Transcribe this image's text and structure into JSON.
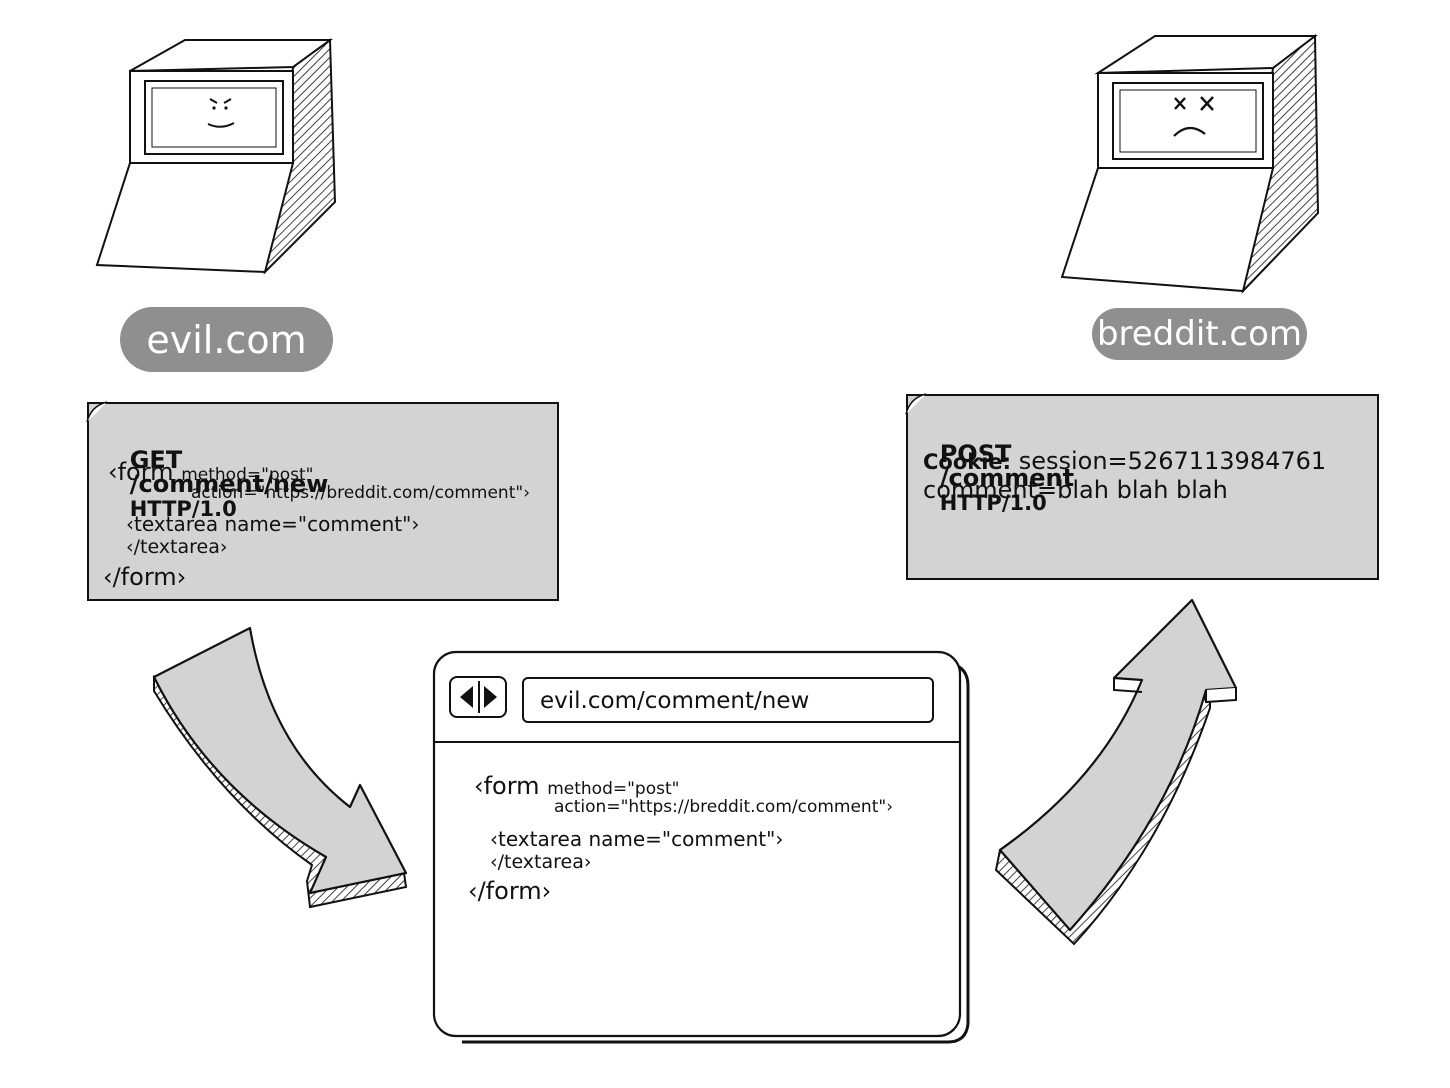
{
  "evil_site": {
    "label": "evil.com",
    "request_line": {
      "method": "GET",
      "path": "/comment/new",
      "version": "HTTP/1.0"
    },
    "form_open": "‹form",
    "form_method": "method=\"post\"",
    "form_action": "action=\"https://breddit.com/comment\"›",
    "textarea_open_tag": "‹textarea",
    "textarea_name": "name=\"comment\"›",
    "textarea_close": "‹/textarea›",
    "form_close": "‹/form›"
  },
  "browser": {
    "address_bar": "evil.com/comment/new",
    "form_open": "‹form",
    "form_method": "method=\"post\"",
    "form_action": "action=\"https://breddit.com/comment\"›",
    "textarea_open_tag": "‹textarea",
    "textarea_name": "name=\"comment\"›",
    "textarea_close": "‹/textarea›",
    "form_close": "‹/form›"
  },
  "breddit_site": {
    "label": "breddit.com",
    "request_line": {
      "method": "POST",
      "path": "/comment",
      "version": "HTTP/1.0"
    },
    "cookie_label": "Cookie:",
    "cookie_value": "session=5267113984761",
    "comment_line": "comment=blah blah blah"
  },
  "icons": {
    "evil_computer": "evil-computer-icon",
    "breddit_computer": "breddit-computer-icon",
    "arrow_down": "curved-arrow-down-right-icon",
    "arrow_up": "curved-arrow-up-right-icon",
    "nav_back": "triangle-left-icon",
    "nav_forward": "triangle-right-icon"
  },
  "colors": {
    "note_fill": "#d3d3d3",
    "pill_fill": "#8f8f8f",
    "arrow_fill": "#d3d3d3",
    "ink": "#111111"
  }
}
